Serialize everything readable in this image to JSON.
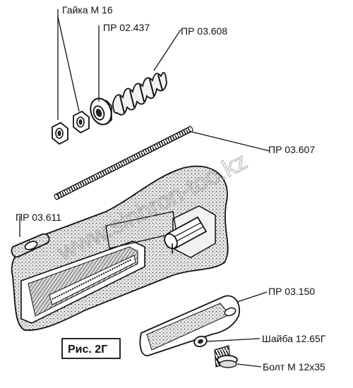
{
  "labels": {
    "nut": "Гайка М 16",
    "pr02437": "ПР 02.437",
    "pr03608": "ПР 03.608",
    "pr03607": "ПР 03.607",
    "pr03611": "ПР 03.611",
    "pr03150": "ПР 03.150",
    "washer": "Шайба 12.65Г",
    "bolt": "Болт М 12х35"
  },
  "caption": "Рис. 2Г",
  "watermark": "www.sinhron-too.kz"
}
